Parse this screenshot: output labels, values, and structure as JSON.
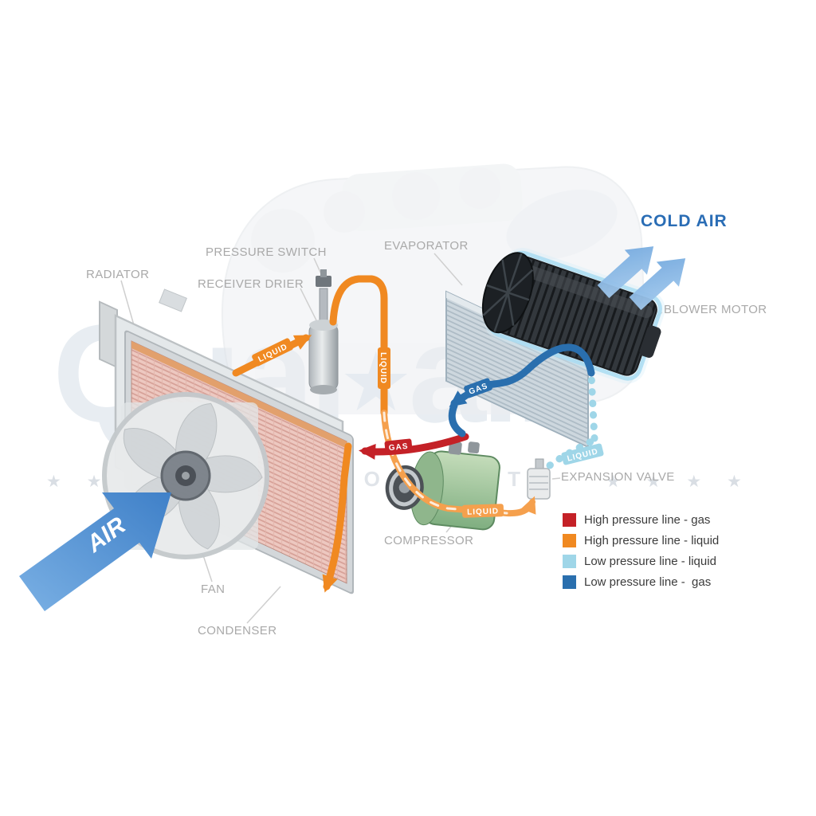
{
  "colors": {
    "red": "#c42127",
    "orange": "#f08921",
    "orange_light": "#f5a04d",
    "blue": "#2a6fae",
    "blue_light": "#9fd6e8",
    "label_gray": "#a9a9a9",
    "cold_air_blue": "#2a6db5"
  },
  "watermark": {
    "brand_left": "Qual",
    "brand_mid": "★",
    "brand_right": "air",
    "tagline": "AUTO PARTS",
    "stars_left": "★ ★ ★ ★",
    "stars_right": "★ ★ ★ ★"
  },
  "labels": {
    "radiator": "RADIATOR",
    "pressure_switch": "PRESSURE SWITCH",
    "receiver_drier": "RECEIVER DRIER",
    "evaporator": "EVAPORATOR",
    "blower_motor": "BLOWER MOTOR",
    "cold_air": "COLD AIR",
    "expansion_valve": "EXPANSION VALVE",
    "compressor": "COMPRESSOR",
    "fan": "FAN",
    "condenser": "CONDENSER",
    "air": "AIR"
  },
  "pipe_labels": {
    "liquid_in": "LIQUID",
    "liquid_top": "LIQUID",
    "liquid_valve": "LIQUID",
    "liquid_evap": "LIQUID",
    "gas_high": "GAS",
    "gas_low": "GAS"
  },
  "legend": {
    "items": [
      {
        "label": "High pressure line - gas",
        "color": "#c42127"
      },
      {
        "label": "High pressure line - liquid",
        "color": "#f08921"
      },
      {
        "label": "Low pressure line - liquid",
        "color": "#9fd6e8"
      },
      {
        "label": "Low pressure line -  gas",
        "color": "#2a6fae"
      }
    ]
  }
}
